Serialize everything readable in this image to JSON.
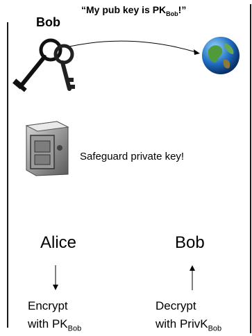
{
  "header": {
    "bob_label": "Bob",
    "quote_main": "“My pub key is PK",
    "quote_sub": "Bob",
    "quote_end": "!”"
  },
  "icons": {
    "keys": "keys-icon",
    "globe": "globe-icon",
    "safe": "safe-icon"
  },
  "safeguard_text": "Safeguard private key!",
  "alice_label": "Alice",
  "bob_label2": "Bob",
  "encrypt": {
    "line1": "Encrypt",
    "line2_main": "with PK",
    "line2_sub": "Bob"
  },
  "decrypt": {
    "line1": "Decrypt",
    "line2_main": "with PrivK",
    "line2_sub": "Bob"
  }
}
